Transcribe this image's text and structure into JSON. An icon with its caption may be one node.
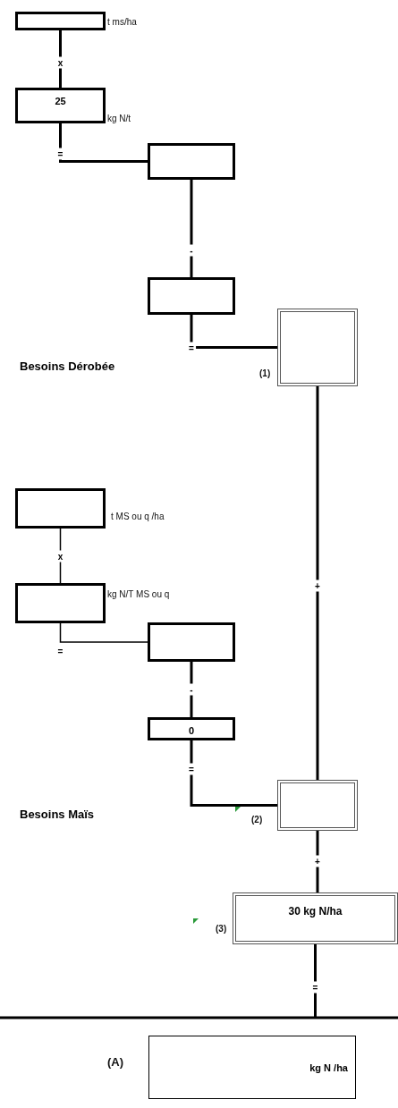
{
  "diagram": {
    "nodes": [
      {
        "text": [],
        "shape": "box",
        "beside": [
          "t ms/ha"
        ]
      },
      {
        "text": [
          "25"
        ],
        "beside": [
          "kg N/t"
        ]
      },
      {
        "text": [],
        "shape": "box"
      },
      {
        "text": [],
        "shape": "box"
      },
      {
        "text": [],
        "shape": "box",
        "beside": [
          "(1)"
        ]
      },
      {
        "text": [],
        "shape": "box",
        "beside": [
          "t MS ou q /ha"
        ]
      },
      {
        "text": [],
        "shape": "box",
        "beside": [
          "kg N/T MS ou q"
        ]
      },
      {
        "text": [],
        "shape": "box"
      },
      {
        "text": [
          "0"
        ]
      },
      {
        "text": [],
        "shape": "box",
        "beside": [
          "(2)"
        ]
      },
      {
        "text": [
          "30 kg N/ha"
        ],
        "beside": [
          "(3)"
        ]
      },
      {
        "text": [
          "kg N /ha"
        ],
        "beside": [
          "(A)"
        ]
      }
    ],
    "edges": [
      {
        "from": 0,
        "to": 1,
        "arrow": "none",
        "label": "x"
      },
      {
        "from": 1,
        "to": 2,
        "arrow": "none",
        "label": "="
      },
      {
        "from": 2,
        "to": 3,
        "arrow": "none",
        "label": "-"
      },
      {
        "from": 3,
        "to": 4,
        "arrow": "none",
        "label": "="
      },
      {
        "from": 4,
        "to": 9,
        "arrow": "none",
        "label": "+"
      },
      {
        "from": 5,
        "to": 6,
        "arrow": "none",
        "label": "x"
      },
      {
        "from": 6,
        "to": 7,
        "arrow": "none",
        "label": "="
      },
      {
        "from": 7,
        "to": 8,
        "arrow": "none",
        "label": "-"
      },
      {
        "from": 8,
        "to": 9,
        "arrow": "none",
        "label": "="
      },
      {
        "from": 9,
        "to": 10,
        "arrow": "none",
        "label": "+"
      },
      {
        "from": 10,
        "to": null,
        "arrow": "none",
        "label": "="
      }
    ],
    "labels": [
      "Besoins Dérobée",
      "Besoins Maïs"
    ]
  }
}
